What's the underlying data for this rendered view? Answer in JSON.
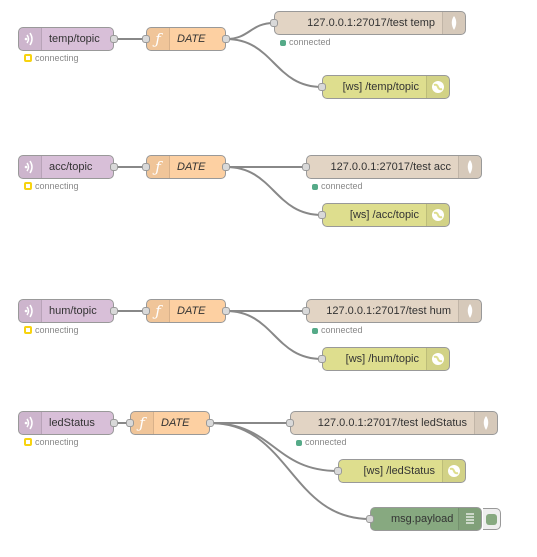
{
  "colors": {
    "mqtt": "#d8bfd8",
    "function": "#fdd0a2",
    "mongodb": "#e2d4c4",
    "websocket": "#dede8e",
    "debug": "#87a980",
    "status_connecting": "#f7d310",
    "status_connected": "#55aa88",
    "wire": "#888888"
  },
  "icons": {
    "mqtt": "mqtt-broadcast-icon",
    "function": "function-f-icon",
    "mongodb": "mongodb-leaf-icon",
    "websocket": "websocket-globe-icon",
    "debug": "debug-list-icon"
  },
  "flows": [
    {
      "mqtt": {
        "label": "temp/topic",
        "status": "connecting"
      },
      "function": {
        "label": "DATE"
      },
      "mongodb": {
        "label": "127.0.0.1:27017/test temp",
        "status": "connected"
      },
      "websocket": {
        "label": "[ws] /temp/topic"
      }
    },
    {
      "mqtt": {
        "label": "acc/topic",
        "status": "connecting"
      },
      "function": {
        "label": "DATE"
      },
      "mongodb": {
        "label": "127.0.0.1:27017/test acc",
        "status": "connected"
      },
      "websocket": {
        "label": "[ws] /acc/topic"
      }
    },
    {
      "mqtt": {
        "label": "hum/topic",
        "status": "connecting"
      },
      "function": {
        "label": "DATE"
      },
      "mongodb": {
        "label": "127.0.0.1:27017/test hum",
        "status": "connected"
      },
      "websocket": {
        "label": "[ws] /hum/topic"
      }
    },
    {
      "mqtt": {
        "label": "ledStatus",
        "status": "connecting"
      },
      "function": {
        "label": "DATE"
      },
      "mongodb": {
        "label": "127.0.0.1:27017/test ledStatus",
        "status": "connected"
      },
      "websocket": {
        "label": "[ws] /ledStatus"
      },
      "debug": {
        "label": "msg.payload"
      }
    }
  ]
}
